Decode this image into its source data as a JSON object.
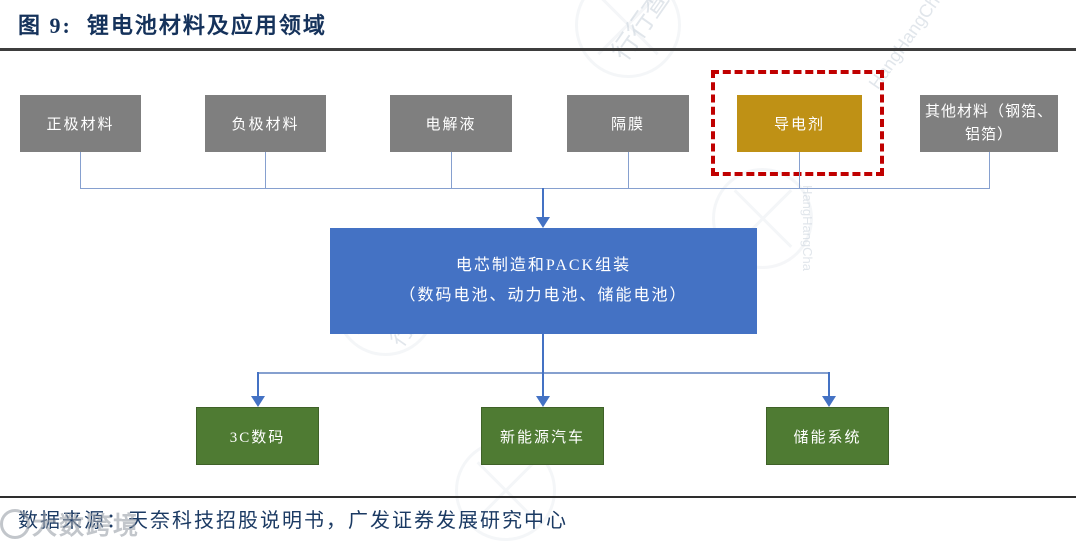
{
  "title": {
    "text": "图 9:  锂电池材料及应用领域"
  },
  "diagram": {
    "materials": [
      {
        "label": "正极材料",
        "highlighted": false
      },
      {
        "label": "负极材料",
        "highlighted": false
      },
      {
        "label": "电解液",
        "highlighted": false
      },
      {
        "label": "隔膜",
        "highlighted": false
      },
      {
        "label": "导电剂",
        "highlighted": true
      },
      {
        "label": "其他材料（钢箔、铝箔）",
        "highlighted": false
      }
    ],
    "assembly": {
      "line1": "电芯制造和PACK组装",
      "line2": "（数码电池、动力电池、储能电池）"
    },
    "applications": [
      {
        "label": "3C数码"
      },
      {
        "label": "新能源汽车"
      },
      {
        "label": "储能系统"
      }
    ]
  },
  "footer": {
    "source": "数据来源：天奈科技招股说明书，广发证券发展研究中心"
  },
  "watermarks": {
    "brand_cn": "行行查",
    "brand_en": "HangHangCha",
    "corner_brand": "大数跨境"
  },
  "colors": {
    "box_gray": "#7f7f7f",
    "box_gold": "#bf9115",
    "box_blue": "#4472c4",
    "box_green": "#4f7b33",
    "highlight_red": "#c00000",
    "title_navy": "#15325b",
    "connector_blue": "#4472c4"
  }
}
